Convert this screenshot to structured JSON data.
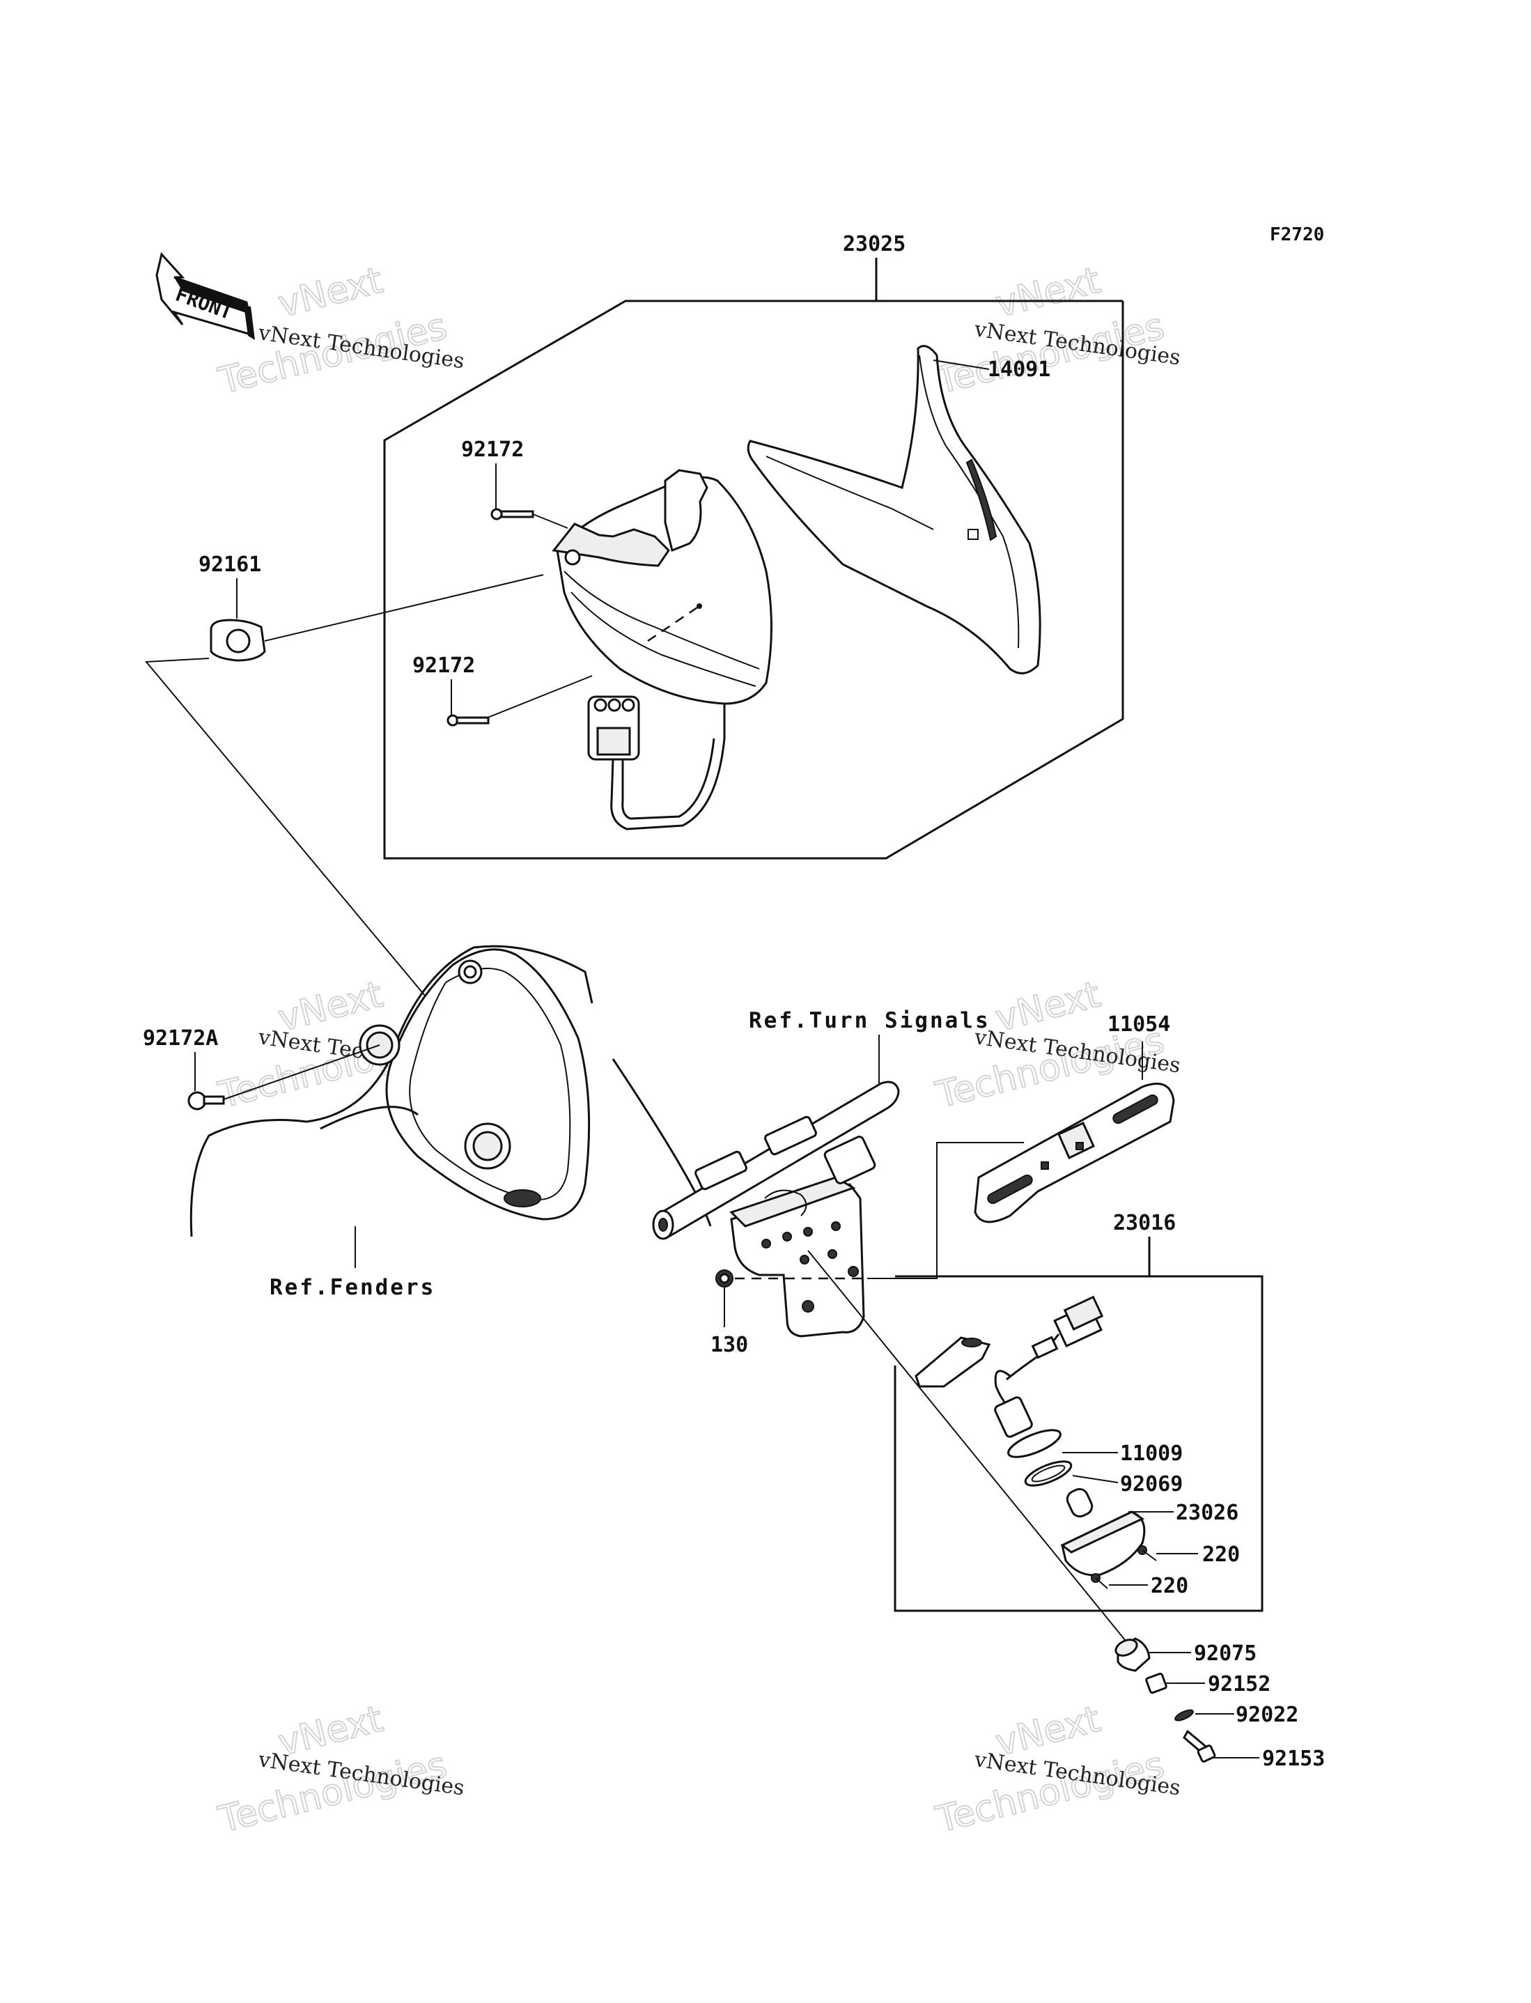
{
  "figure_code": "F2720",
  "front_arrow_label": "FRONT",
  "watermark": {
    "line1": "vNext Technologies",
    "line2a": "vNext",
    "line2b": "Technologies"
  },
  "callouts": {
    "assembly_23025": "23025",
    "lens_14091": "14091",
    "screw_92172_top": "92172",
    "screw_92172_bottom": "92172",
    "damper_92161": "92161",
    "bolt_92172A": "92172A",
    "bracket_11054": "11054",
    "assembly_23016": "23016",
    "bolt_130": "130",
    "gasket_11009": "11009",
    "packing_92069": "92069",
    "lamp_23026": "23026",
    "screw_220_a": "220",
    "screw_220_b": "220",
    "grommet_92075": "92075",
    "collar_92152": "92152",
    "washer_92022": "92022",
    "bolt_92153": "92153"
  },
  "references": {
    "turn_signals": "Ref.Turn Signals",
    "fenders": "Ref.Fenders"
  }
}
